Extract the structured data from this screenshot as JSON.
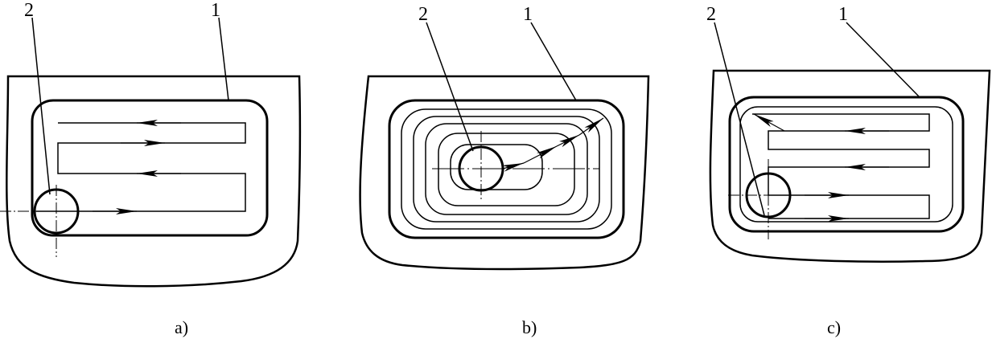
{
  "diagrams": [
    {
      "id": "a",
      "caption": "a)",
      "callouts": [
        "2",
        "1"
      ]
    },
    {
      "id": "b",
      "caption": "b)",
      "callouts": [
        "2",
        "1"
      ]
    },
    {
      "id": "c",
      "caption": "c)",
      "callouts": [
        "2",
        "1"
      ]
    }
  ]
}
